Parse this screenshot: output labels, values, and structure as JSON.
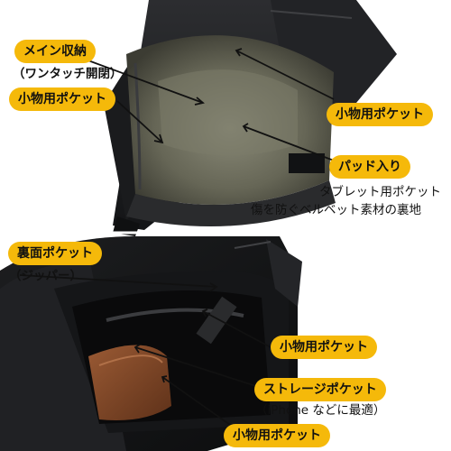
{
  "callouts": {
    "main_compartment": "メイン収納",
    "one_touch": "（ワンタッチ開閉）",
    "small_pocket_left": "小物用ポケット",
    "small_pocket_right": "小物用ポケット",
    "padded": "パッド入り",
    "tablet_line1": "タブレット用ポケット",
    "tablet_line2": "傷を防ぐベルベット素材の裏地",
    "back_pocket": "裏面ポケット",
    "zipper": "（ジッパー）",
    "small_pocket_lower": "小物用ポケット",
    "storage_pocket": "ストレージポケット",
    "iphone_note": "（iPhone などに最適）",
    "small_pocket_bottom": "小物用ポケット"
  },
  "colors": {
    "label_bg": "#f5b90a",
    "bag_dark": "#1b1c1e",
    "lining": "#6e6d5e",
    "wallet": "#7a4426",
    "background": "#ffffff"
  }
}
